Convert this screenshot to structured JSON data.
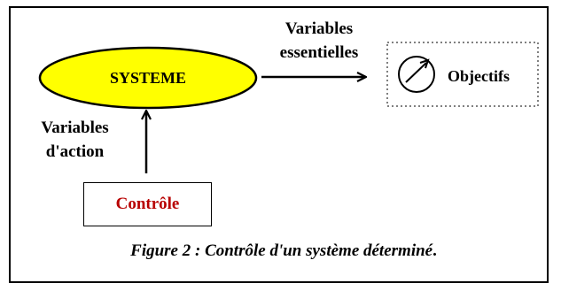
{
  "diagram": {
    "system_label": "SYSTEME",
    "essential_variables_line1": "Variables",
    "essential_variables_line2": "essentielles",
    "objectives_label": "Objectifs",
    "action_variables_line1": "Variables",
    "action_variables_line2": "d'action",
    "control_label": "Contrôle",
    "caption_prefix": "Figure 2 : Contrôle d'un système déterminé",
    "caption_suffix": "."
  },
  "colors": {
    "system_fill": "#ffff00",
    "control_text": "#b80000",
    "stroke": "#000000"
  }
}
